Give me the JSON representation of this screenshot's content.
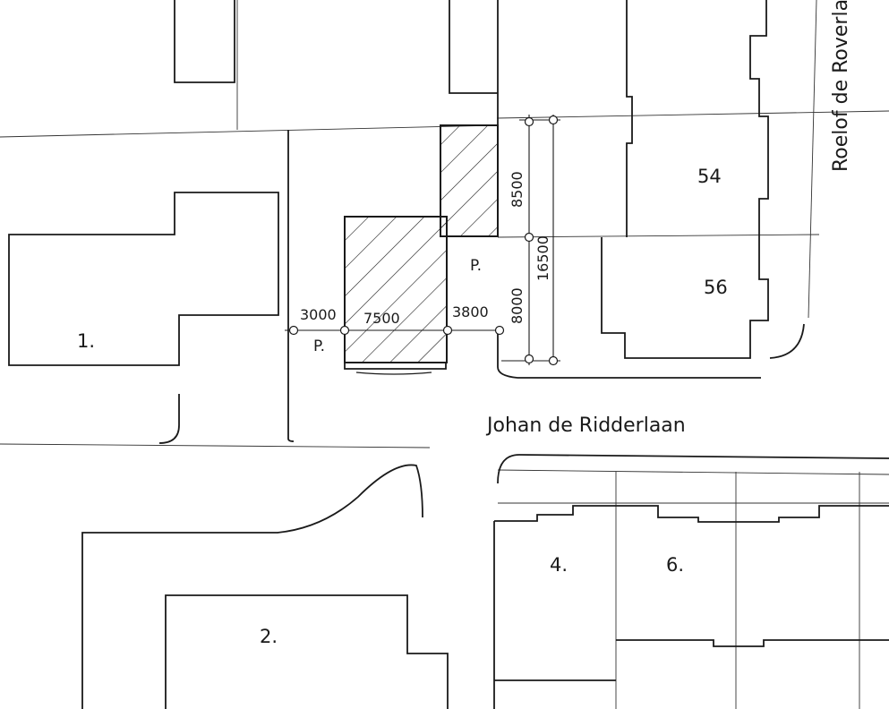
{
  "streets": {
    "main": "Johan de Ridderlaan",
    "side": "Roelof de Roverla"
  },
  "house_numbers": {
    "h1": "1.",
    "h2": "2.",
    "h4": "4.",
    "h6": "6.",
    "h54": "54",
    "h56": "56"
  },
  "parking_labels": {
    "p_left": "P.",
    "p_right": "P."
  },
  "dimensions": {
    "d3000": "3000",
    "d7500": "7500",
    "d3800": "3800",
    "d8500": "8500",
    "d8000": "8000",
    "d16500": "16500"
  },
  "colors": {
    "ink": "#1a1a1a",
    "paper": "#ffffff"
  }
}
